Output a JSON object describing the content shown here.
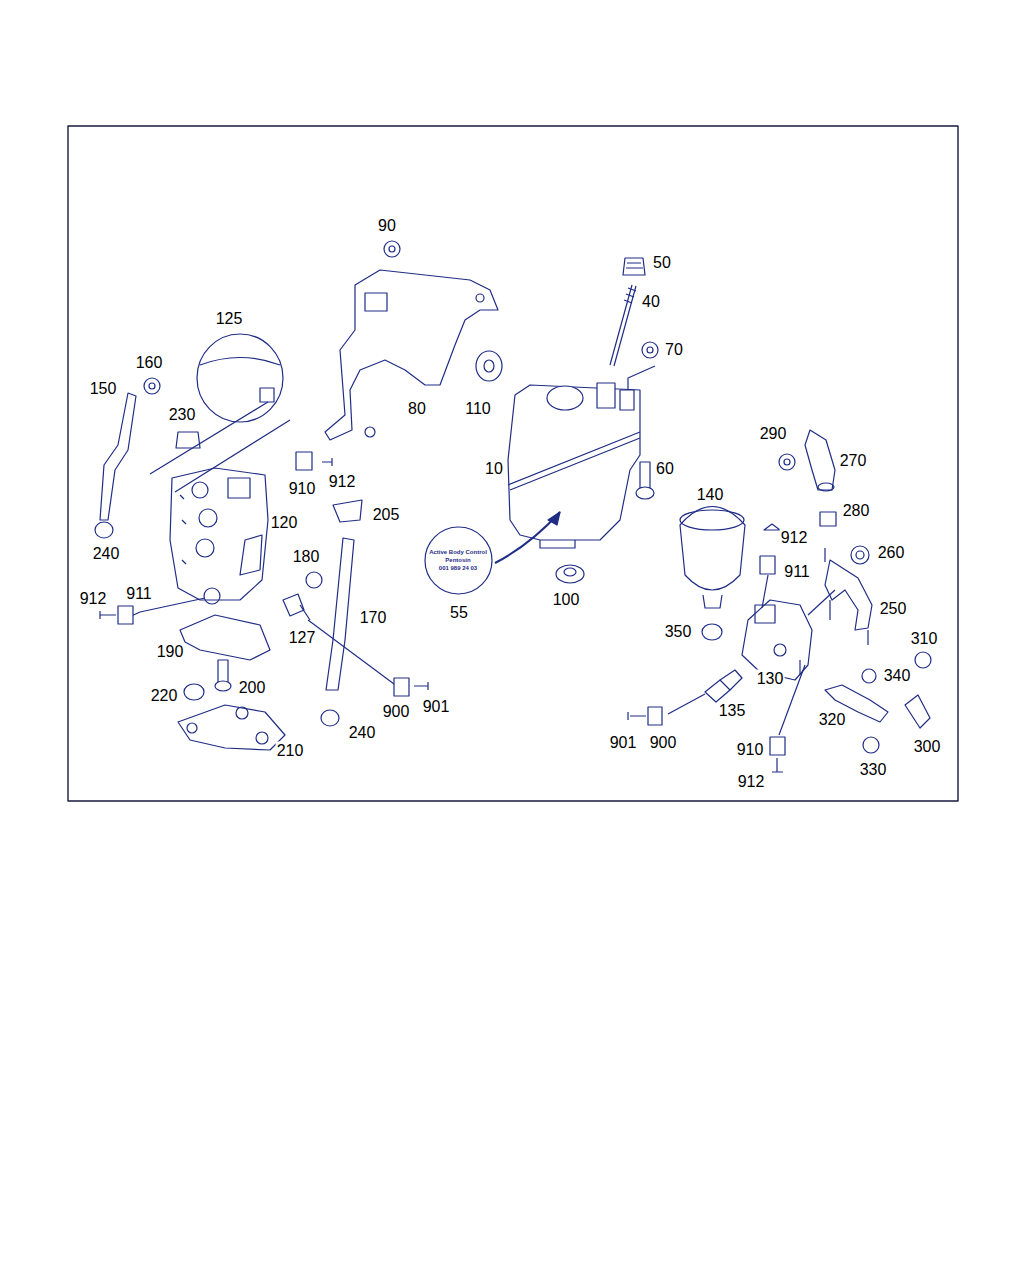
{
  "diagram": {
    "nodes": [
      {
        "text": [
          "Active Body Control",
          "Pentosin",
          "001 989 24 03"
        ]
      }
    ],
    "labels": [
      "90",
      "50",
      "40",
      "125",
      "70",
      "160",
      "150",
      "80",
      "110",
      "230",
      "290",
      "270",
      "10",
      "60",
      "140",
      "910",
      "912",
      "120",
      "205",
      "280",
      "912",
      "180",
      "240",
      "260",
      "911",
      "55",
      "100",
      "912",
      "911",
      "170",
      "250",
      "127",
      "350",
      "310",
      "190",
      "130",
      "340",
      "200",
      "220",
      "135",
      "901",
      "900",
      "320",
      "240",
      "300",
      "210",
      "901",
      "900",
      "910",
      "330",
      "912"
    ]
  }
}
